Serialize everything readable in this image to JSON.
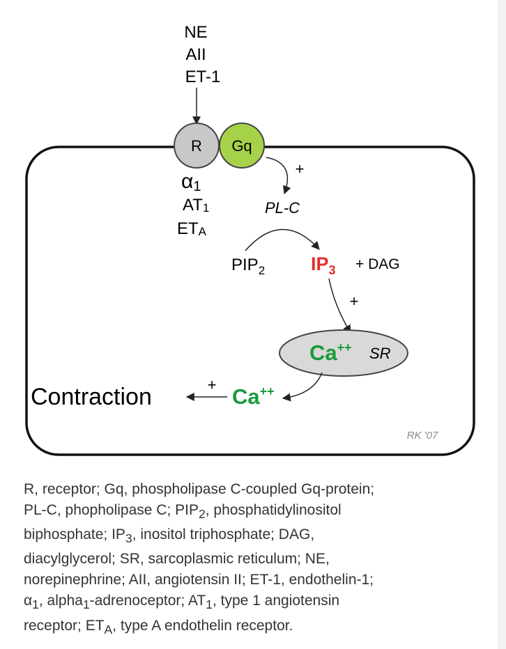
{
  "ligands": [
    "NE",
    "AII",
    "ET-1"
  ],
  "receptor": {
    "label": "R",
    "fill": "#c8c8c8"
  },
  "gprotein": {
    "label": "Gq",
    "fill": "#a6d24a"
  },
  "receptor_subtypes": [
    {
      "main": "α",
      "sub": "1"
    },
    {
      "main": "AT",
      "sub": "1"
    },
    {
      "main": "ET",
      "sub": "A"
    }
  ],
  "plus_sign": "+",
  "enzyme": "PL-C",
  "substrate": {
    "main": "PIP",
    "sub": "2"
  },
  "product": {
    "main": "IP",
    "sub": "3",
    "color": "#e0302a"
  },
  "coproduct": "+ DAG",
  "sr": {
    "ion": "Ca",
    "charge": "++",
    "label": "SR",
    "ion_color": "#1a9a3c",
    "fill": "#d9d9d9"
  },
  "cytosol_ca": {
    "ion": "Ca",
    "charge": "++",
    "color": "#1a9a3c"
  },
  "outcome": "Contraction",
  "signature": "RK '07",
  "caption": {
    "l1": "R, receptor; Gq, phospholipase C-coupled Gq-protein;",
    "l2a": "PL-C, phopholipase C; PIP",
    "l2s": "2",
    "l2b": ", phosphatidylinositol",
    "l3a": "biphosphate; IP",
    "l3s": "3",
    "l3b": ", inositol triphosphate; DAG,",
    "l4": "diacylglycerol; SR, sarcoplasmic reticulum; NE,",
    "l5": "norepinephrine; AII, angiotensin II; ET-1, endothelin-1;",
    "l6a": "α",
    "l6s": "1",
    "l6b": ", alpha",
    "l6s2": "1",
    "l6c": "-adrenoceptor; AT",
    "l6s3": "1",
    "l6d": ", type 1 angiotensin",
    "l7a": "receptor; ET",
    "l7s": "A",
    "l7b": ", type A endothelin receptor."
  }
}
